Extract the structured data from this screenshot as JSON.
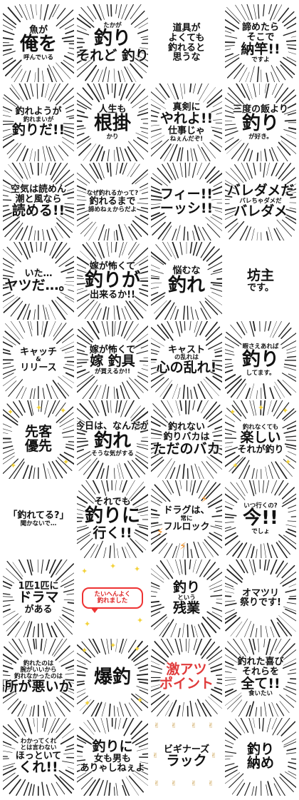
{
  "stickers": [
    {
      "lines": [
        {
          "t": "魚が",
          "sz": "m"
        },
        {
          "t": "俺を",
          "sz": "x"
        },
        {
          "t": "呼んでいる",
          "sz": "s"
        }
      ],
      "rays": true
    },
    {
      "lines": [
        {
          "t": "たかが",
          "sz": "s"
        },
        {
          "t": "釣り",
          "sz": "x"
        },
        {
          "t": "それど 釣り",
          "sz": "l"
        }
      ],
      "rays": true
    },
    {
      "lines": [
        {
          "t": "道具が",
          "sz": "m"
        },
        {
          "t": "よくても",
          "sz": "m"
        },
        {
          "t": "釣れると",
          "sz": "m"
        },
        {
          "t": "思うな",
          "sz": "m"
        }
      ],
      "rays": false
    },
    {
      "lines": [
        {
          "t": "諦めたら",
          "sz": "m"
        },
        {
          "t": "そこで",
          "sz": "m"
        },
        {
          "t": "納竿!!",
          "sz": "l"
        },
        {
          "t": "ですよ",
          "sz": "s"
        }
      ],
      "rays": true
    },
    {
      "lines": [
        {
          "t": "釣れようが",
          "sz": "m"
        },
        {
          "t": "釣れまいが",
          "sz": "s"
        },
        {
          "t": "釣りだ!!",
          "sz": "l"
        }
      ],
      "rays": true
    },
    {
      "lines": [
        {
          "t": "人生も",
          "sz": "m"
        },
        {
          "t": "根掛",
          "sz": "x"
        },
        {
          "t": "かり",
          "sz": "s"
        }
      ],
      "rays": true
    },
    {
      "lines": [
        {
          "t": "真剣に",
          "sz": "m"
        },
        {
          "t": "やれよ!!",
          "sz": "l"
        },
        {
          "t": "仕事じゃ",
          "sz": "m"
        },
        {
          "t": "ねぇんだぞ!",
          "sz": "s"
        }
      ],
      "rays": true
    },
    {
      "lines": [
        {
          "t": "三度の飯より",
          "sz": "m"
        },
        {
          "t": "釣り",
          "sz": "x"
        },
        {
          "t": "が好き。",
          "sz": "s"
        }
      ],
      "rays": true
    },
    {
      "lines": [
        {
          "t": "空気は読めん",
          "sz": "m"
        },
        {
          "t": "潮と風なら",
          "sz": "m"
        },
        {
          "t": "読める!!",
          "sz": "l"
        }
      ],
      "rays": true
    },
    {
      "lines": [
        {
          "t": "なぜ釣れるかって?",
          "sz": "s"
        },
        {
          "t": "釣れるまで",
          "sz": "m"
        },
        {
          "t": "諦めねぇからだよ",
          "sz": "s"
        }
      ],
      "rays": true
    },
    {
      "lines": [
        {
          "t": "フィー!!",
          "sz": "l"
        },
        {
          "t": "ーッシ!!",
          "sz": "l"
        }
      ],
      "rays": true
    },
    {
      "lines": [
        {
          "t": "バレダメだ",
          "sz": "l"
        },
        {
          "t": "バレちゃダメだ",
          "sz": "s"
        },
        {
          "t": "バレダメ",
          "sz": "l"
        }
      ],
      "rays": true
    },
    {
      "lines": [
        {
          "t": "いた…",
          "sz": "m"
        },
        {
          "t": "ヤツだ…。",
          "sz": "l"
        }
      ],
      "rays": true
    },
    {
      "lines": [
        {
          "t": "嫁が怖くて",
          "sz": "m"
        },
        {
          "t": "釣りが",
          "sz": "x"
        },
        {
          "t": "出来るか!!",
          "sz": "m"
        }
      ],
      "rays": true
    },
    {
      "lines": [
        {
          "t": "悩むな",
          "sz": "m"
        },
        {
          "t": "釣れ",
          "sz": "x"
        }
      ],
      "rays": true
    },
    {
      "lines": [
        {
          "t": "坊主",
          "sz": "l"
        },
        {
          "t": "です。",
          "sz": "m"
        }
      ],
      "rays": false
    },
    {
      "lines": [
        {
          "t": "キャッチ",
          "sz": "m"
        },
        {
          "t": "&",
          "sz": "s"
        },
        {
          "t": "リリース",
          "sz": "m"
        }
      ],
      "rays": true
    },
    {
      "lines": [
        {
          "t": "嫁が怖くて",
          "sz": "m"
        },
        {
          "t": "嫁 釣具",
          "sz": "l"
        },
        {
          "t": "が買えるか!!",
          "sz": "s"
        }
      ],
      "rays": true
    },
    {
      "lines": [
        {
          "t": "キャスト",
          "sz": "m"
        },
        {
          "t": "の乱れは",
          "sz": "s"
        },
        {
          "t": "心の乱れ!",
          "sz": "l"
        }
      ],
      "rays": true
    },
    {
      "lines": [
        {
          "t": "暇さえあれば",
          "sz": "s"
        },
        {
          "t": "釣り",
          "sz": "x"
        },
        {
          "t": "してます。",
          "sz": "s"
        }
      ],
      "rays": true
    },
    {
      "lines": [
        {
          "t": "先客",
          "sz": "l"
        },
        {
          "t": "優先",
          "sz": "l"
        }
      ],
      "rays": true,
      "sparkle": true
    },
    {
      "lines": [
        {
          "t": "今日は、なんだか",
          "sz": "m"
        },
        {
          "t": "釣れ",
          "sz": "x"
        },
        {
          "t": "そうな気がする",
          "sz": "s"
        }
      ],
      "rays": true
    },
    {
      "lines": [
        {
          "t": "釣れない",
          "sz": "m"
        },
        {
          "t": "釣りバカは",
          "sz": "m"
        },
        {
          "t": "ただのバカ",
          "sz": "l"
        }
      ],
      "rays": true
    },
    {
      "lines": [
        {
          "t": "釣れなくても",
          "sz": "s"
        },
        {
          "t": "楽しい",
          "sz": "l"
        },
        {
          "t": "それが釣り",
          "sz": "m"
        }
      ],
      "rays": true,
      "sparkle": true
    },
    {
      "lines": [
        {
          "t": "「釣れてる?」",
          "sz": "m"
        },
        {
          "t": "聞かないで…",
          "sz": "s"
        }
      ],
      "rays": false
    },
    {
      "lines": [
        {
          "t": "それでも",
          "sz": "m"
        },
        {
          "t": "釣りに",
          "sz": "x"
        },
        {
          "t": "行く!!",
          "sz": "l"
        }
      ],
      "rays": true
    },
    {
      "lines": [
        {
          "t": "ドラグは、",
          "sz": "m"
        },
        {
          "t": "常に",
          "sz": "s"
        },
        {
          "t": "フルロック",
          "sz": "m"
        }
      ],
      "rays": true,
      "lightning": true
    },
    {
      "lines": [
        {
          "t": "いつ行くの?",
          "sz": "s"
        },
        {
          "t": "今!!",
          "sz": "x"
        },
        {
          "t": "でしょ",
          "sz": "s"
        }
      ],
      "rays": true
    },
    {
      "lines": [
        {
          "t": "1匹1匹に",
          "sz": "m"
        },
        {
          "t": "ドラマ",
          "sz": "l"
        },
        {
          "t": "がある",
          "sz": "m"
        }
      ],
      "rays": true
    },
    {
      "lines": [
        {
          "t": "たいへんよく",
          "sz": "s"
        },
        {
          "t": "釣れました",
          "sz": "s"
        }
      ],
      "rays": false,
      "bubble": true,
      "sparkle": true
    },
    {
      "lines": [
        {
          "t": "釣り",
          "sz": "l"
        },
        {
          "t": "という",
          "sz": "s"
        },
        {
          "t": "残業",
          "sz": "l"
        }
      ],
      "rays": true
    },
    {
      "lines": [
        {
          "t": "オマツリ",
          "sz": "m"
        },
        {
          "t": "祭りです!",
          "sz": "m"
        }
      ],
      "rays": true
    },
    {
      "lines": [
        {
          "t": "釣れたのは",
          "sz": "s"
        },
        {
          "t": "腕がいいから",
          "sz": "s"
        },
        {
          "t": "釣れなかったのは",
          "sz": "s"
        },
        {
          "t": "場所が悪いから",
          "sz": "l"
        }
      ],
      "rays": true
    },
    {
      "lines": [
        {
          "t": "爆釣",
          "sz": "x"
        }
      ],
      "rays": true,
      "sparkle": true
    },
    {
      "lines": [
        {
          "t": "激アツ",
          "sz": "l"
        },
        {
          "t": "ポイント",
          "sz": "l"
        }
      ],
      "rays": true,
      "red": true
    },
    {
      "lines": [
        {
          "t": "釣れた喜び",
          "sz": "m"
        },
        {
          "t": "それらを",
          "sz": "m"
        },
        {
          "t": "全て!!",
          "sz": "l"
        },
        {
          "t": "食いたい",
          "sz": "s"
        }
      ],
      "rays": true
    },
    {
      "lines": [
        {
          "t": "わかってくれ",
          "sz": "s"
        },
        {
          "t": "とは言わない",
          "sz": "s"
        },
        {
          "t": "ほっといて",
          "sz": "m"
        },
        {
          "t": "くれ!!",
          "sz": "l"
        }
      ],
      "rays": true
    },
    {
      "lines": [
        {
          "t": "釣りに",
          "sz": "l"
        },
        {
          "t": "女も男も",
          "sz": "m"
        },
        {
          "t": "ありゃしねぇよ",
          "sz": "m"
        }
      ],
      "rays": true
    },
    {
      "lines": [
        {
          "t": "ビギナーズ",
          "sz": "m"
        },
        {
          "t": "ラック",
          "sz": "l"
        }
      ],
      "rays": false,
      "hands": true
    },
    {
      "lines": [
        {
          "t": "釣り",
          "sz": "l"
        },
        {
          "t": "納め",
          "sz": "l"
        }
      ],
      "rays": true
    }
  ]
}
